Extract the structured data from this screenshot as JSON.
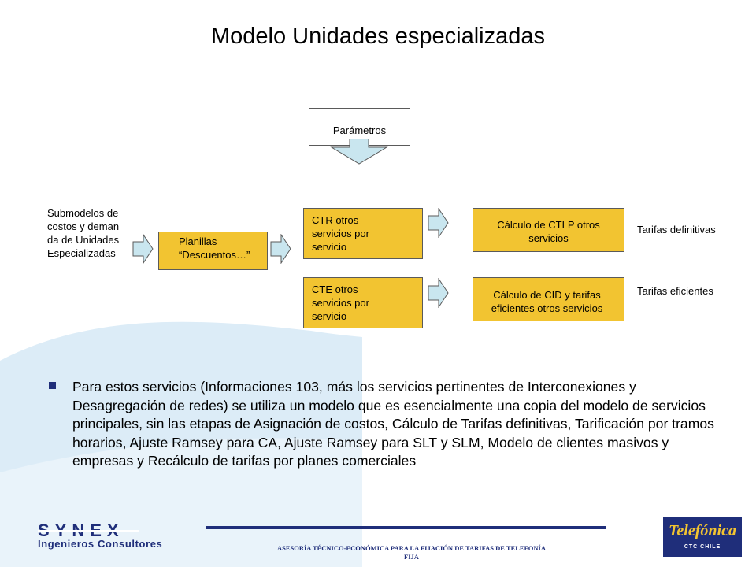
{
  "title": "Modelo Unidades especializadas",
  "diagram": {
    "parametros": "Parámetros",
    "submodelos": "Submodelos de costos y demanda de Unidades Especializadas",
    "planillas": "Planillas “Descuentos…”",
    "ctr": "CTR otros servicios por servicio",
    "cte": "CTE otros servicios por servicio",
    "ctlp": "Cálculo de CTLP otros servicios",
    "cid": "Cálculo de CID y tarifas eficientes otros servicios",
    "tarifas_definitivas": "Tarifas definitivas",
    "tarifas_eficientes": "Tarifas eficientes"
  },
  "body": {
    "bullet": "Para estos servicios (Informaciones 103, más los servicios pertinentes de Interconexiones y Desagregación de redes) se utiliza un modelo que es esencialmente una copia del modelo de servicios principales, sin las etapas de Asignación de costos, Cálculo de Tarifas definitivas, Tarificación por tramos horarios, Ajuste Ramsey para CA, Ajuste Ramsey para SLT y SLM, Modelo de clientes masivos y empresas y Recálculo de tarifas por planes comerciales"
  },
  "footer": {
    "text": "ASESORÍA TÉCNICO-ECONÓMICA PARA LA FIJACIÓN DE TARIFAS DE TELEFONÍA FIJA",
    "left_logo_name": "SYNEX",
    "left_logo_sub": "Ingenieros Consultores",
    "right_logo_name": "Telefónica",
    "right_logo_sub": "CTC CHILE"
  },
  "colors": {
    "box_yellow": "#f2c431",
    "arrow_fill": "#c9e6ef",
    "swoosh": "#d6e9f6",
    "navy": "#1f2e7a"
  },
  "icons": {
    "flow_arrow": "block-arrow-right",
    "down_arrow": "block-arrow-down",
    "bullet": "square-bullet"
  }
}
